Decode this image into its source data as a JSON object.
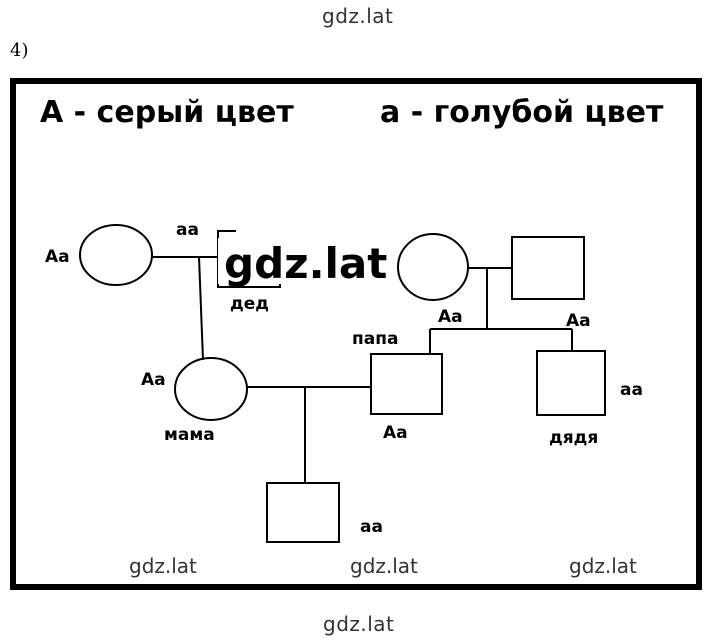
{
  "watermark": "gdz.lat",
  "task_number": "4)",
  "legend": {
    "dominant": "А - серый цвет",
    "recessive": "а - голубой цвет"
  },
  "pedigree": {
    "grandmother_left": {
      "genotype": "Аа"
    },
    "grandfather_left": {
      "genotype": "аа",
      "label": "дед"
    },
    "grandmother_right": {
      "genotype": ""
    },
    "grandfather_right": {
      "genotype": ""
    },
    "father": {
      "genotype_top": "Аа",
      "label": "папа",
      "genotype": "Аа"
    },
    "uncle": {
      "genotype_top": "Аа",
      "label": "дядя",
      "genotype": "аа"
    },
    "mother": {
      "genotype": "Аа",
      "label": "мама"
    },
    "child": {
      "genotype": "аа"
    }
  }
}
